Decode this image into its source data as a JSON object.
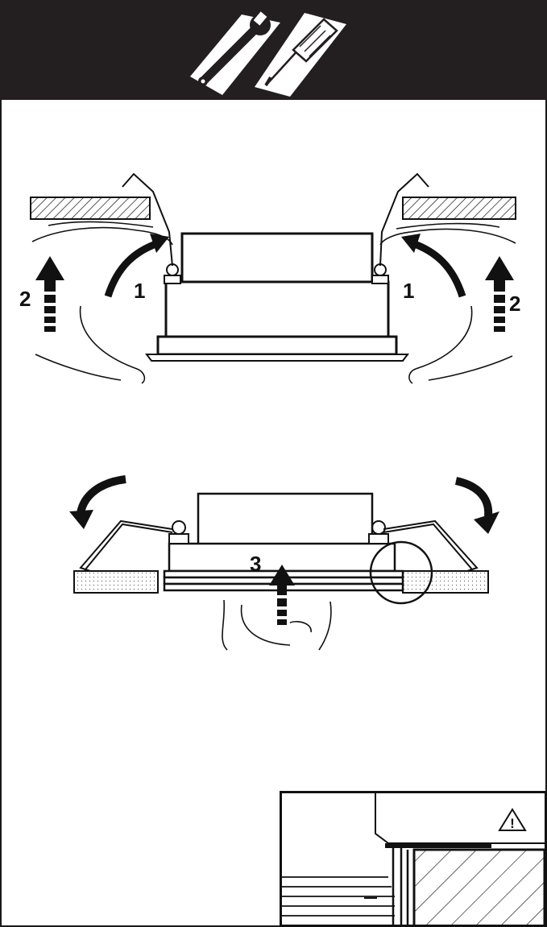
{
  "header": {
    "background": "#231f20",
    "tools": [
      "wrench-icon",
      "screwdriver-icon"
    ]
  },
  "steps": {
    "step1_left": "1",
    "step1_right": "1",
    "step2_left": "2",
    "step2_right": "2",
    "step3": "3"
  },
  "inset": {
    "icon": "warning-triangle-icon",
    "warning_symbol": "!"
  },
  "colors": {
    "ink": "#111111",
    "paper": "#ffffff"
  }
}
